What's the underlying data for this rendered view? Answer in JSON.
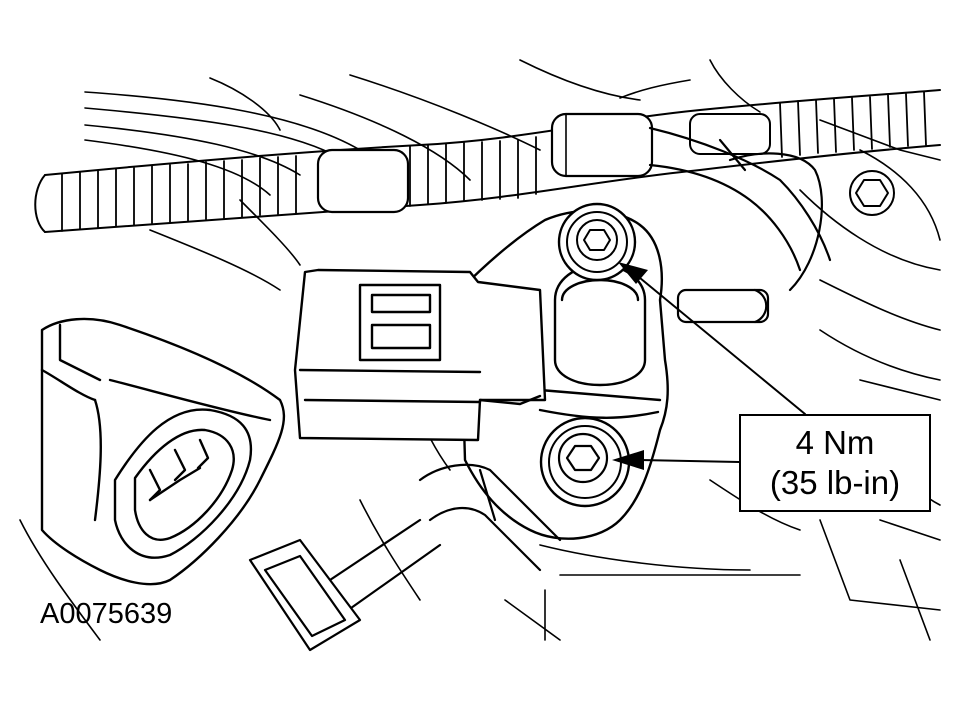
{
  "figure": {
    "id": "A0075639"
  },
  "callout": {
    "torque_line1": "4 Nm",
    "torque_line2": "(35 lb-in)"
  },
  "colors": {
    "ink": "#000000",
    "paper": "#ffffff"
  }
}
